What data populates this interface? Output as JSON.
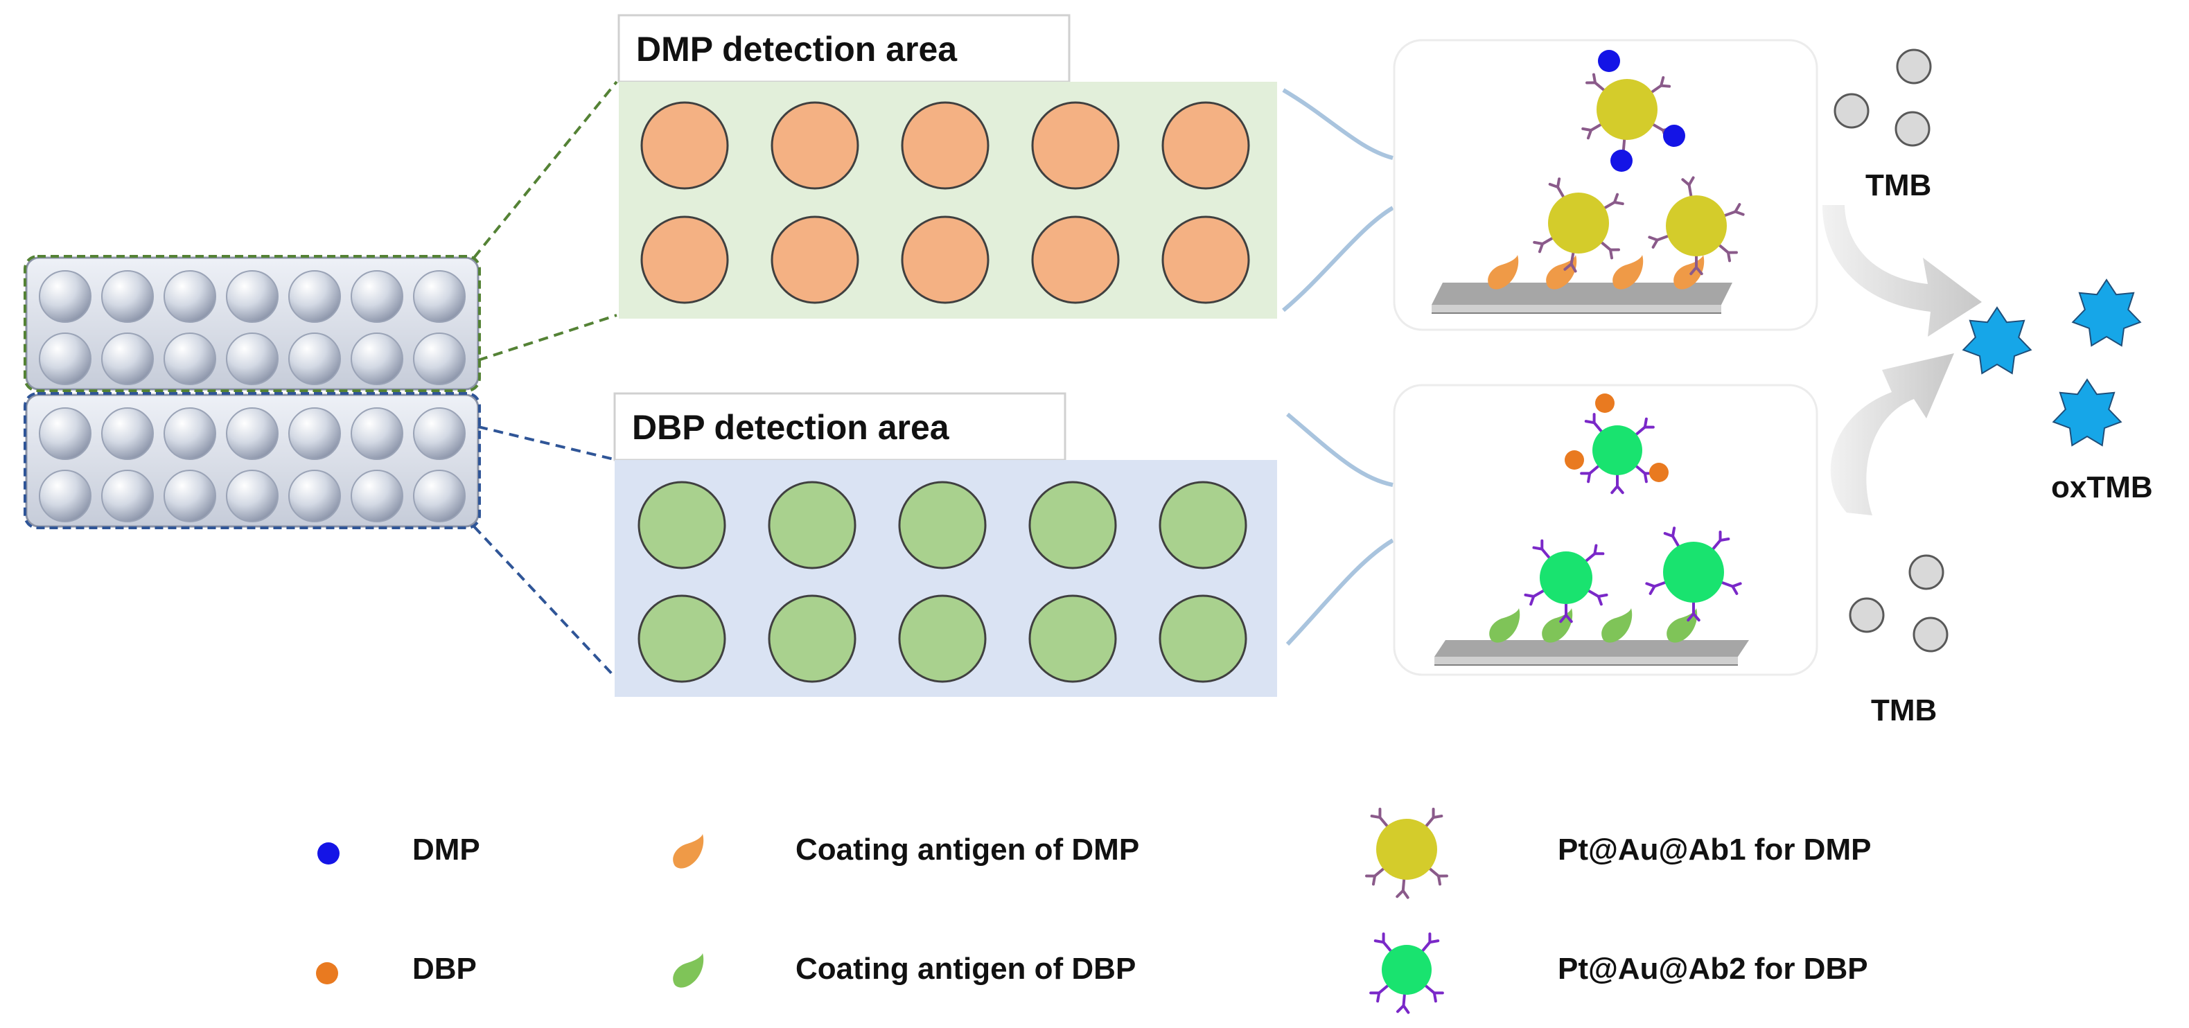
{
  "areas": {
    "dmp": {
      "title": "DMP detection area",
      "bg": "#e2efda",
      "well_color": "#f4b183"
    },
    "dbp": {
      "title": "DBP detection area",
      "bg": "#dae3f3",
      "well_color": "#a9d18e"
    }
  },
  "tmb_labels": {
    "top": "TMB",
    "bottom": "TMB",
    "product": "oxTMB"
  },
  "colors": {
    "dmp": "#1414e6",
    "dbp": "#e97a20",
    "coating_dmp": "#ef9a47",
    "coating_dbp": "#7fc458",
    "probe_dmp": "#d4cc2b",
    "probe_dbp": "#19e36f",
    "antibody_dmp": "#8a5a8a",
    "antibody_dbp": "#7a28c8",
    "oxtmb": "#16a6e8",
    "tmb": "#d9d9d9",
    "plate_green_border": "#548235",
    "plate_blue_border": "#2f5597"
  },
  "legend": {
    "dmp": "DMP",
    "dbp": "DBP",
    "coating_dmp": "Coating antigen of DMP",
    "coating_dbp": "Coating antigen of DBP",
    "probe_dmp": "Pt@Au@Ab1 for DMP",
    "probe_dbp": "Pt@Au@Ab2 for DBP"
  }
}
